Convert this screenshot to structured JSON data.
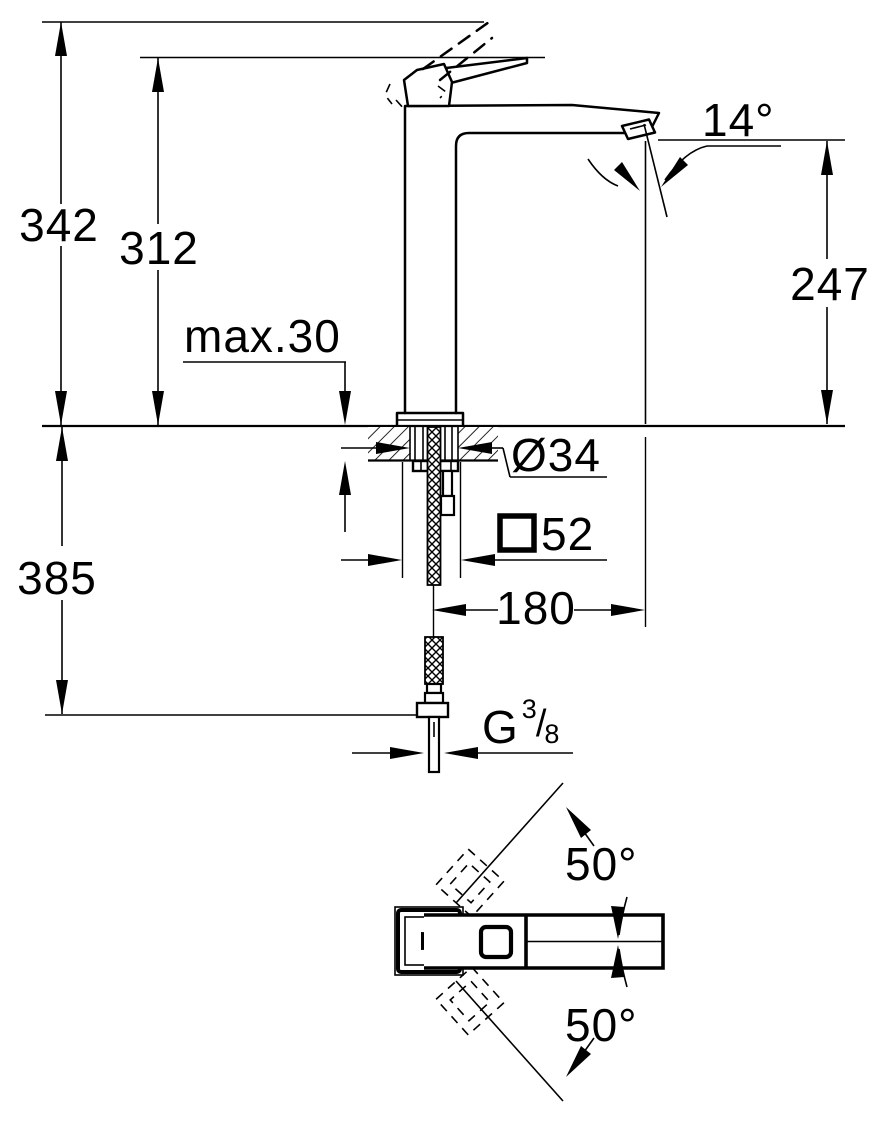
{
  "colors": {
    "ink": "#000000",
    "paper": "#ffffff"
  },
  "side_view": {
    "dims": {
      "total_height": "342",
      "spout_top_height": "312",
      "max_deck_thickness": "max.30",
      "spout_angle": "14°",
      "outlet_height": "247",
      "hole_diameter": "Ø34",
      "body_square": "52",
      "spout_projection": "180",
      "supply_length": "385",
      "thread": {
        "g": "G",
        "numerator": "3",
        "slash": "/",
        "denominator": "8"
      }
    }
  },
  "top_view": {
    "handle_swing_upper": "50°",
    "handle_swing_lower": "50°"
  }
}
